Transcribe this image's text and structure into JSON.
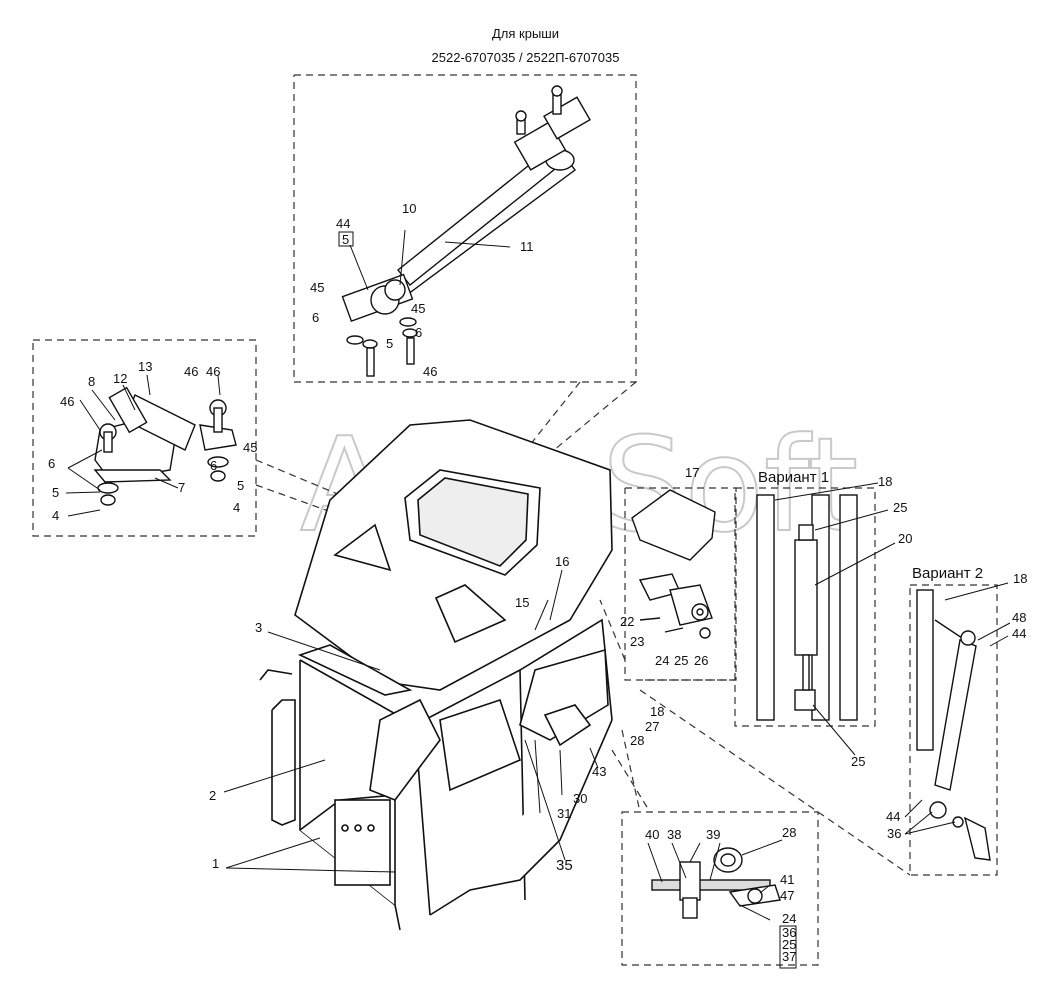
{
  "header": {
    "line1": "Для крыши",
    "line2": "2522-6707035 / 2522П-6707035"
  },
  "watermark": "AutoSoft",
  "variants": {
    "v1": "Вариант 1",
    "v2": "Вариант 2"
  },
  "labels": {
    "l1": "1",
    "l2": "2",
    "l3": "3",
    "l4a": "4",
    "l4b": "4",
    "l5a": "5",
    "l5b": "5",
    "l5c": "5",
    "l6a": "6",
    "l6b": "6",
    "l6c": "6",
    "l6d": "6",
    "l7": "7",
    "l8": "8",
    "l10": "10",
    "l11": "11",
    "l12": "12",
    "l13": "13",
    "l15": "15",
    "l16": "16",
    "l17": "17",
    "l18a": "18",
    "l18b": "18",
    "l18c": "18",
    "l20": "20",
    "l22": "22",
    "l23": "23",
    "l24": "24",
    "l25a": "25",
    "l25b": "25",
    "l25c": "25",
    "l26": "26",
    "l27": "27",
    "l28a": "28",
    "l28b": "28",
    "l30": "30",
    "l31": "31",
    "l35": "35",
    "l36": "36",
    "l38": "38",
    "l39": "39",
    "l40": "40",
    "l41": "41",
    "l43": "43",
    "l44a": "44",
    "l44b": "44",
    "l44c": "44",
    "l45a": "45",
    "l45b": "45",
    "l45c": "45",
    "l46a": "46",
    "l46b": "46",
    "l46c": "46",
    "l46d": "46",
    "l47": "47",
    "l48": "48",
    "box5": "5",
    "stack": [
      "24",
      "36",
      "25",
      "37"
    ]
  },
  "colors": {
    "line": "#111111",
    "dash": "#333333",
    "watermark": "#c9c9c9"
  }
}
